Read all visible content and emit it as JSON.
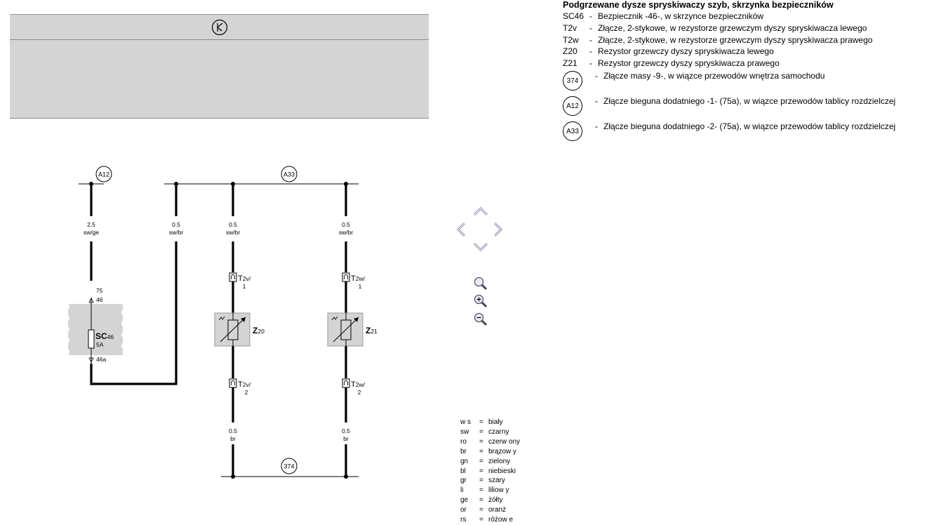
{
  "legend": {
    "title": "Podgrzewane dysze spryskiwaczy szyb, skrzynka bezpieczników",
    "items": [
      {
        "code": "SC46",
        "text": "Bezpiecznik -46-, w skrzynce bezpieczników"
      },
      {
        "code": "T2v",
        "text": "Złącze, 2-stykowe, w rezystorze grzewczym dyszy spryskiwacza lewego"
      },
      {
        "code": "T2w",
        "text": "Złącze, 2-stykowe, w rezystorze grzewczym dyszy spryskiwacza prawego"
      },
      {
        "code": "Z20",
        "text": "Rezystor grzewczy dyszy spryskiwacza lewego"
      },
      {
        "code": "Z21",
        "text": "Rezystor grzewczy dyszy spryskiwacza prawego"
      }
    ],
    "circle_items": [
      {
        "code": "374",
        "text": "Złącze masy -9-, w wiązce przewodów wnętrza samochodu"
      },
      {
        "code": "A12",
        "text": "Złącze bieguna dodatniego -1- (75a), w wiązce przewodów tablicy rozdzielczej"
      },
      {
        "code": "A33",
        "text": "Złącze bieguna dodatniego -2- (75a), w wiązce przewodów tablicy rozdzielczej"
      }
    ]
  },
  "diagram": {
    "conn_a12": "A12",
    "conn_a33": "A33",
    "conn_374": "374",
    "wire1_size": "2.5",
    "wire1_color": "sw/ge",
    "wire2_size": "0.5",
    "wire2_color": "sw/br",
    "wire3_size": "0.5",
    "wire3_color": "sw/br",
    "wire4_size": "0.5",
    "wire4_color": "sw/br",
    "wire5_size": "0.5",
    "wire5_color": "br",
    "wire6_size": "0.5",
    "wire6_color": "br",
    "fuse_pin_top_a": "75",
    "fuse_pin_top_b": "46",
    "fuse_name": "SC",
    "fuse_sub": "46",
    "fuse_rating": "5A",
    "fuse_pin_bottom": "46a",
    "t2v_top_name": "T",
    "t2v_top_sub": "2v/",
    "t2v_top_pin": "1",
    "t2w_top_name": "T",
    "t2w_top_sub": "2w/",
    "t2w_top_pin": "1",
    "t2v_bot_name": "T",
    "t2v_bot_sub": "2v/",
    "t2v_bot_pin": "2",
    "t2w_bot_name": "T",
    "t2w_bot_sub": "2w/",
    "t2w_bot_pin": "2",
    "z20_name": "Z",
    "z20_sub": "20",
    "z21_name": "Z",
    "z21_sub": "21"
  },
  "colors": [
    {
      "code": "w s",
      "name": "biały"
    },
    {
      "code": "sw",
      "name": "czarny"
    },
    {
      "code": "ro",
      "name": "czerw ony"
    },
    {
      "code": "br",
      "name": "brązow y"
    },
    {
      "code": "gn",
      "name": "zielony"
    },
    {
      "code": "bl",
      "name": "niebieski"
    },
    {
      "code": "gr",
      "name": "szary"
    },
    {
      "code": "li",
      "name": "liliow y"
    },
    {
      "code": "ge",
      "name": "żółty"
    },
    {
      "code": "or",
      "name": "oranż"
    },
    {
      "code": "rs",
      "name": "różow e"
    }
  ],
  "color_eq": "="
}
